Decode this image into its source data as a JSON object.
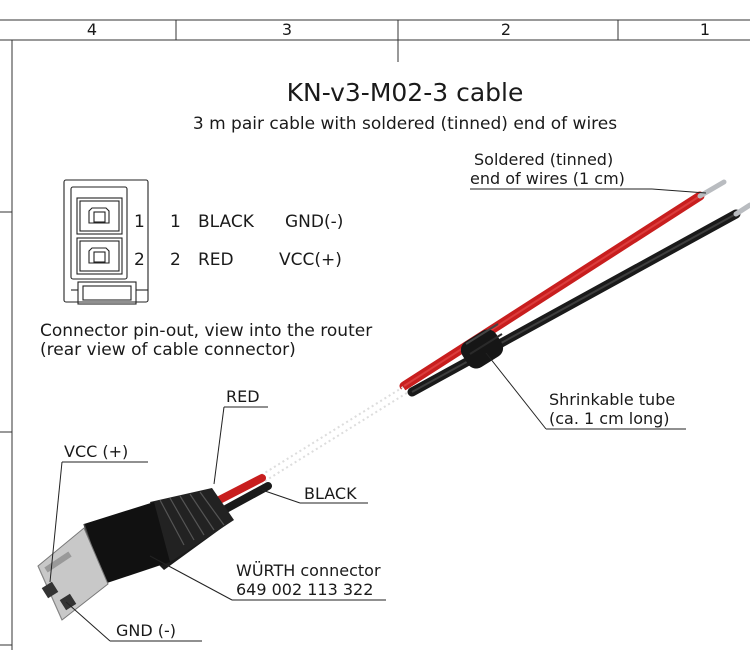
{
  "frame": {
    "zones": [
      "4",
      "3",
      "2",
      "1"
    ]
  },
  "title": "KN-v3-M02-3  cable",
  "subtitle": "3 m pair cable with soldered (tinned) end of wires",
  "pinout": {
    "pin_numbers": [
      "1",
      "2"
    ],
    "rows": [
      {
        "pin": "1",
        "color": "BLACK",
        "signal": "GND(-)"
      },
      {
        "pin": "2",
        "color": "RED",
        "signal": "VCC(+)"
      }
    ],
    "caption_line1": "Connector pin-out, view into the router",
    "caption_line2": "(rear view of cable connector)"
  },
  "callouts": {
    "soldered_line1": "Soldered (tinned)",
    "soldered_line2": "end of wires (1 cm)",
    "shrink_line1": "Shrinkable tube",
    "shrink_line2": "(ca. 1 cm long)",
    "red": "RED",
    "black": "BLACK",
    "vcc": "VCC (+)",
    "gnd": "GND (-)",
    "connector_line1": "WÜRTH connector",
    "connector_line2": "649 002 113 322"
  },
  "colors": {
    "red_wire": "#c81e1e",
    "black_wire": "#1a1a1a",
    "tinned_end": "#b9bcc0",
    "connector_body": "#1b1b1b",
    "housing": "#c8c8c8"
  }
}
